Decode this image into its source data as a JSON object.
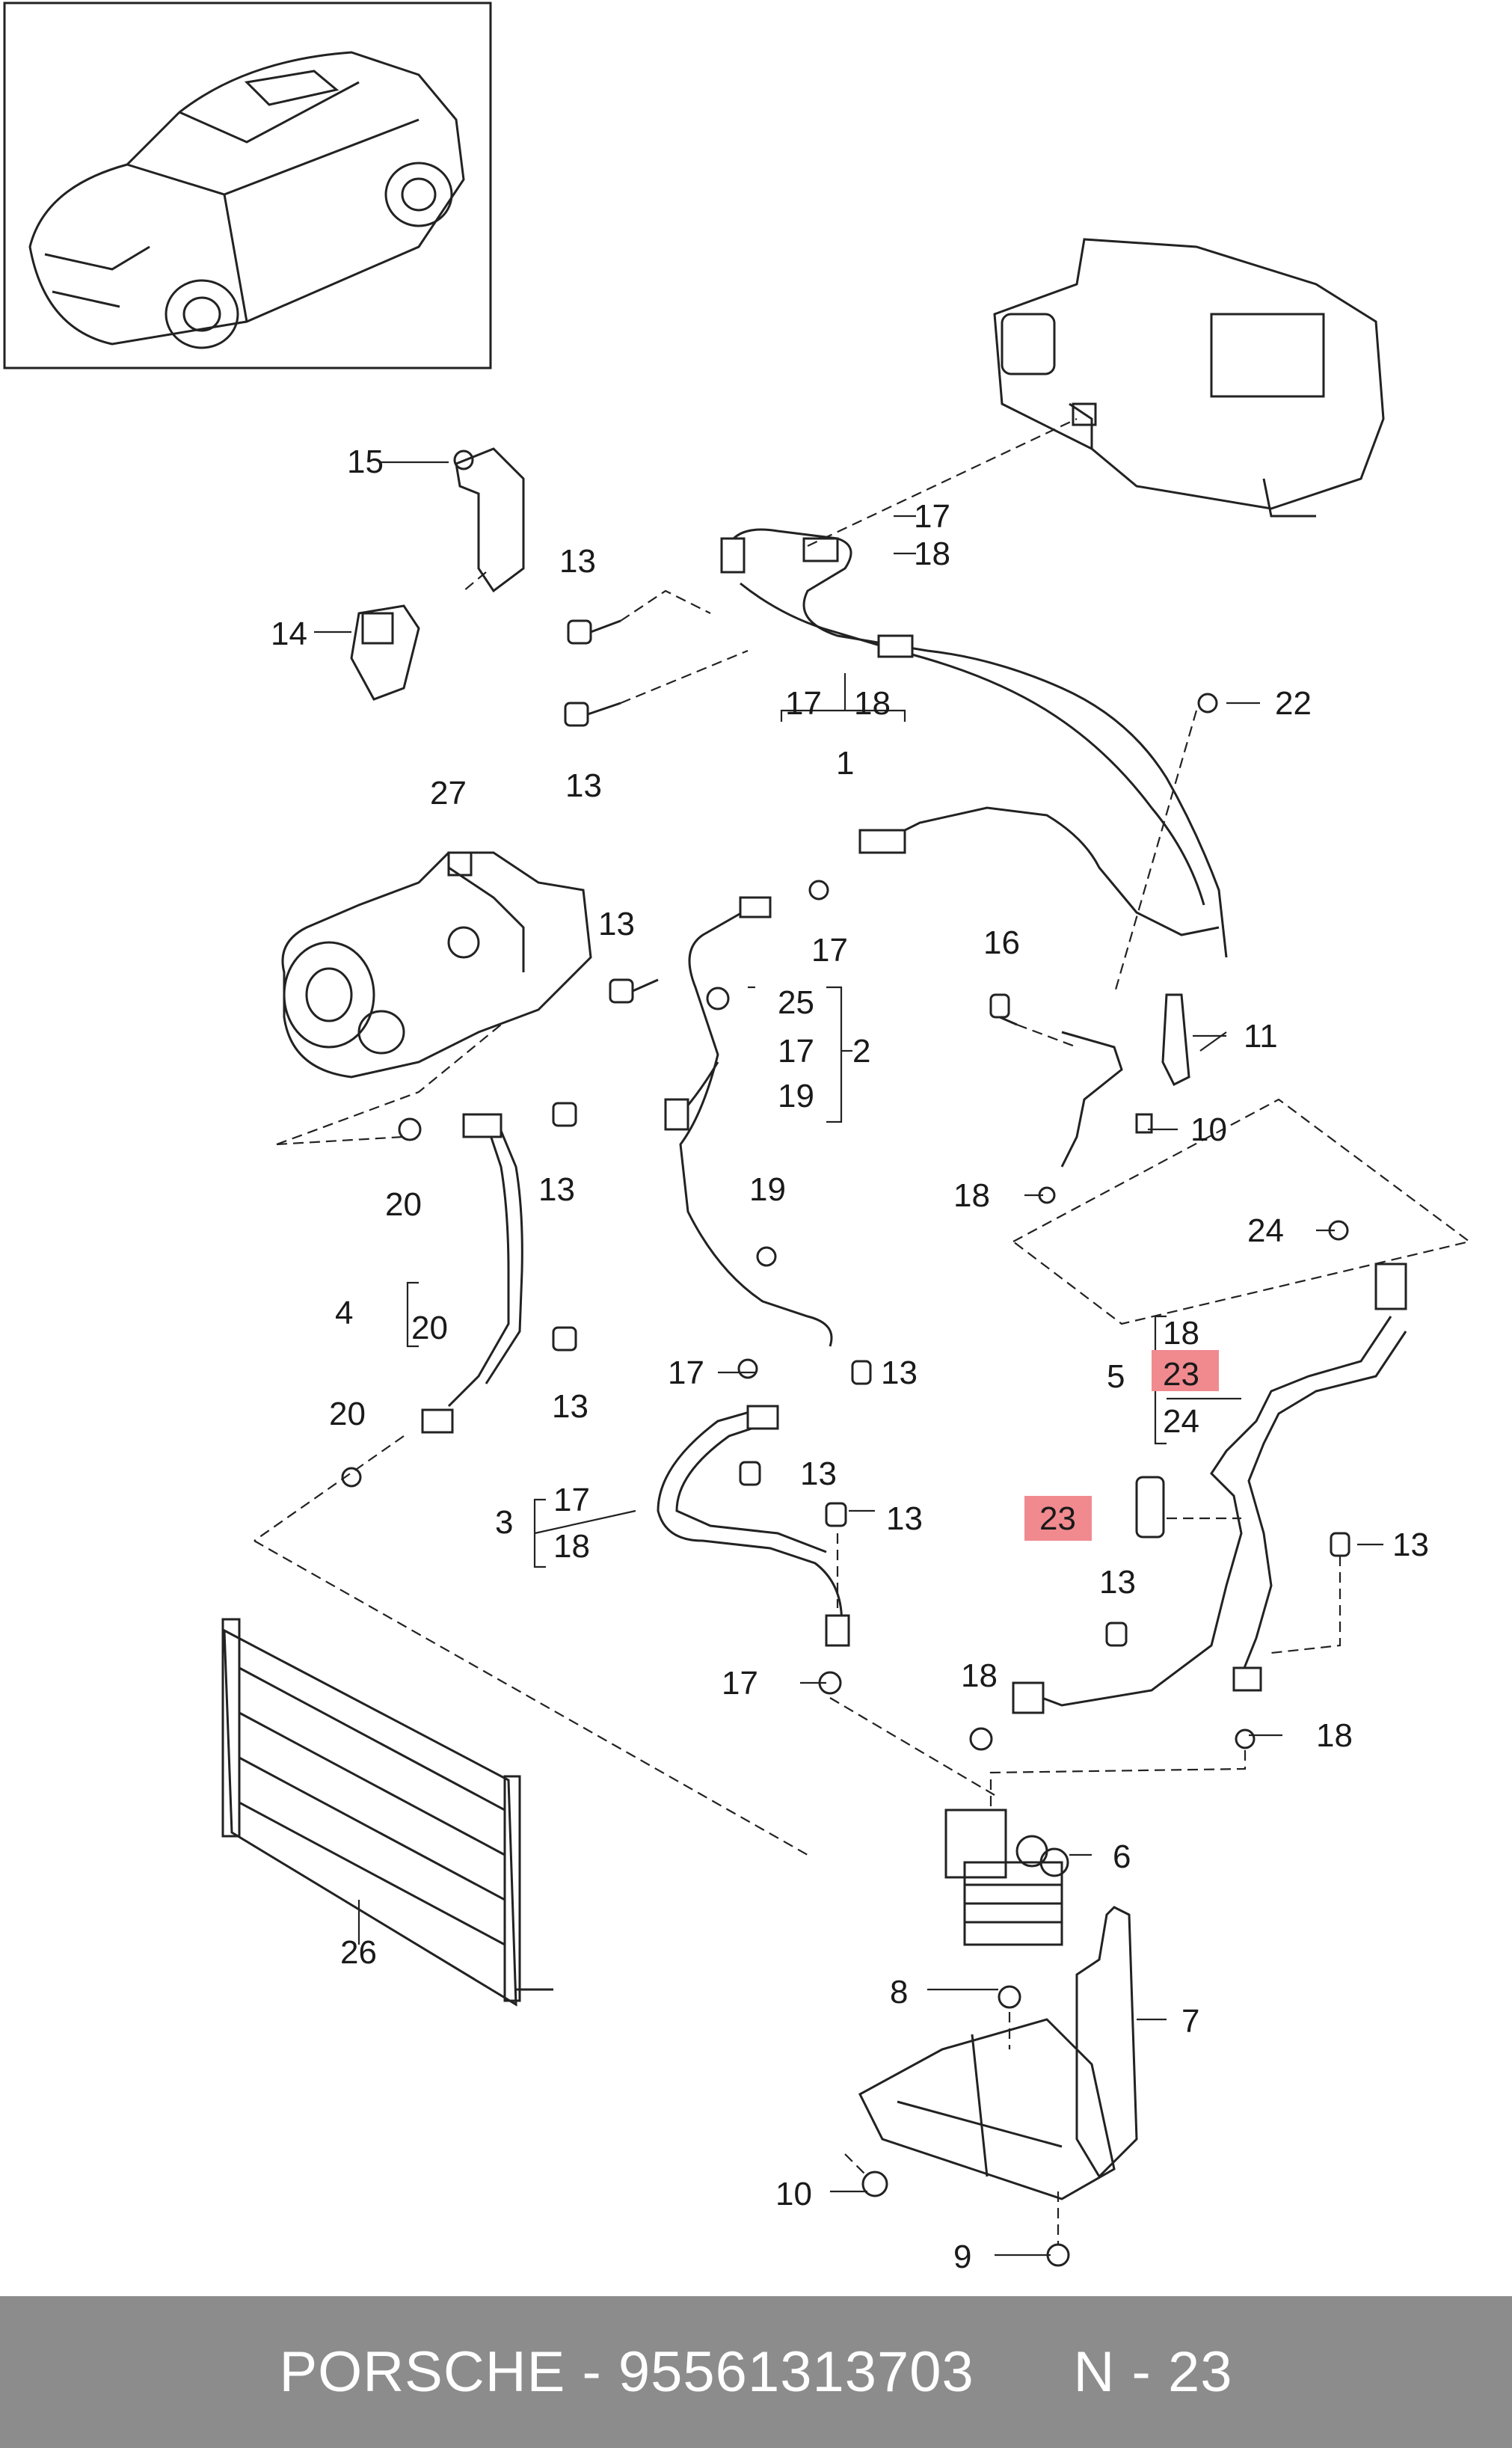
{
  "callouts": [
    {
      "id": "c15",
      "text": "15"
    },
    {
      "id": "c17a",
      "text": "17"
    },
    {
      "id": "c18a",
      "text": "18"
    },
    {
      "id": "c13a",
      "text": "13"
    },
    {
      "id": "c14",
      "text": "14"
    },
    {
      "id": "c13b",
      "text": "13"
    },
    {
      "id": "g1_17",
      "text": "17"
    },
    {
      "id": "g1_18",
      "text": "18"
    },
    {
      "id": "g1_1",
      "text": "1"
    },
    {
      "id": "c22",
      "text": "22"
    },
    {
      "id": "c27",
      "text": "27"
    },
    {
      "id": "c13c",
      "text": "13"
    },
    {
      "id": "c17b",
      "text": "17"
    },
    {
      "id": "g2_25",
      "text": "25"
    },
    {
      "id": "g2_17",
      "text": "17"
    },
    {
      "id": "g2_19",
      "text": "19"
    },
    {
      "id": "g2_2",
      "text": "2"
    },
    {
      "id": "c16",
      "text": "16"
    },
    {
      "id": "c11",
      "text": "11"
    },
    {
      "id": "c10a",
      "text": "10"
    },
    {
      "id": "c18b",
      "text": "18"
    },
    {
      "id": "c20a",
      "text": "20"
    },
    {
      "id": "c13d",
      "text": "13"
    },
    {
      "id": "c19",
      "text": "19"
    },
    {
      "id": "c24",
      "text": "24"
    },
    {
      "id": "g4_4",
      "text": "4"
    },
    {
      "id": "g4_20",
      "text": "20"
    },
    {
      "id": "c13e",
      "text": "13"
    },
    {
      "id": "c17c",
      "text": "17"
    },
    {
      "id": "c13f",
      "text": "13"
    },
    {
      "id": "g5_18",
      "text": "18"
    },
    {
      "id": "g5_5",
      "text": "5"
    },
    {
      "id": "g5_23",
      "text": "23"
    },
    {
      "id": "g5_24",
      "text": "24"
    },
    {
      "id": "c20b",
      "text": "20"
    },
    {
      "id": "c13g",
      "text": "13"
    },
    {
      "id": "g3_3",
      "text": "3"
    },
    {
      "id": "g3_17",
      "text": "17"
    },
    {
      "id": "g3_18",
      "text": "18"
    },
    {
      "id": "c13h",
      "text": "13"
    },
    {
      "id": "c23",
      "text": "23"
    },
    {
      "id": "c13i",
      "text": "13"
    },
    {
      "id": "c13j",
      "text": "13"
    },
    {
      "id": "c17d",
      "text": "17"
    },
    {
      "id": "c18c",
      "text": "18"
    },
    {
      "id": "c18d",
      "text": "18"
    },
    {
      "id": "c26",
      "text": "26"
    },
    {
      "id": "c6",
      "text": "6"
    },
    {
      "id": "c8",
      "text": "8"
    },
    {
      "id": "c7",
      "text": "7"
    },
    {
      "id": "c10b",
      "text": "10"
    },
    {
      "id": "c9",
      "text": "9"
    }
  ],
  "highlight_color": "#f08a8f",
  "footer": {
    "brand": "PORSCHE",
    "separator": " - ",
    "part_number": "95561313703",
    "ref": "N - 23",
    "background": "#8c8c8c"
  }
}
